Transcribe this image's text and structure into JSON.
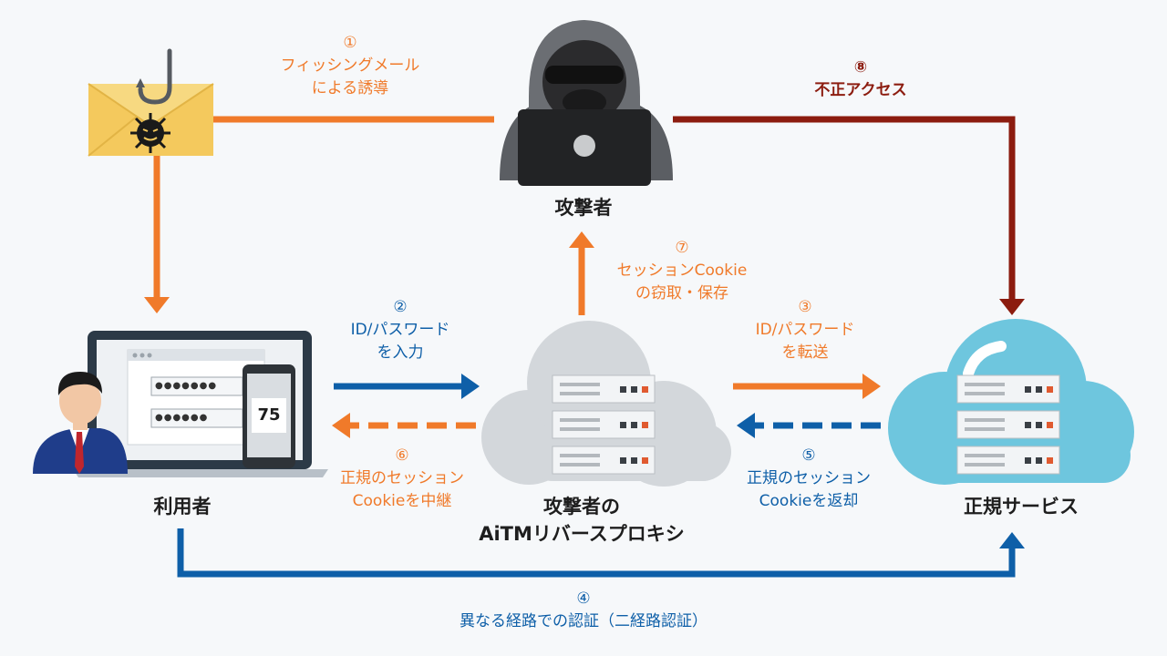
{
  "steps": [
    {
      "num": "①",
      "line1": "フィッシングメール",
      "line2": "による誘導"
    },
    {
      "num": "②",
      "line1": "ID/パスワード",
      "line2": "を入力"
    },
    {
      "num": "③",
      "line1": "ID/パスワード",
      "line2": "を転送"
    },
    {
      "num": "④",
      "line1": "異なる経路での認証（二経路認証）"
    },
    {
      "num": "⑤",
      "line1": "正規のセッション",
      "line2": "Cookieを返却"
    },
    {
      "num": "⑥",
      "line1": "正規のセッション",
      "line2": "Cookieを中継"
    },
    {
      "num": "⑦",
      "line1": "セッションCookie",
      "line2": "の窃取・保存"
    },
    {
      "num": "⑧",
      "line1": "不正アクセス"
    }
  ],
  "nodes": {
    "attacker": "攻撃者",
    "user": "利用者",
    "proxy_line1": "攻撃者の",
    "proxy_line2": "AiTMリバースプロキシ",
    "service": "正規サービス"
  },
  "device": {
    "phone_code": "75",
    "password_mask_1": "●●●●●●●",
    "password_mask_2": "●●●●●●"
  },
  "icons": [
    "phishing-mail-icon",
    "hacker-icon",
    "user-icon",
    "laptop-icon",
    "smartphone-icon",
    "proxy-server-cloud-icon",
    "service-server-cloud-icon"
  ],
  "colors": {
    "orange": "#f07a2a",
    "blue": "#0e5fa8",
    "dark_red": "#8c1c0f",
    "service_cloud": "#6ec6de",
    "proxy_cloud": "#d3d7db"
  }
}
